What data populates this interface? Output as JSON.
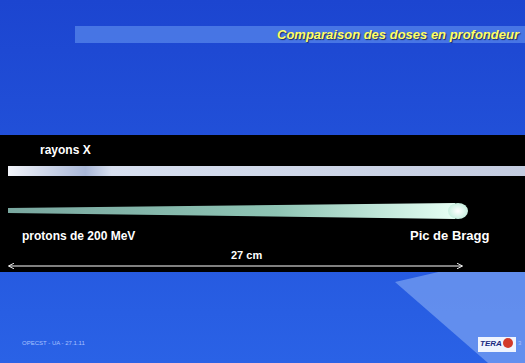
{
  "diagram": {
    "title": "Comparaison des doses en profondeur",
    "labels": [
      "rayons X",
      "protons de 200 MeV",
      "Pic de Bragg",
      "27 cm",
      "OPECST - UA - 27.1.11",
      "TERA",
      "3"
    ]
  }
}
